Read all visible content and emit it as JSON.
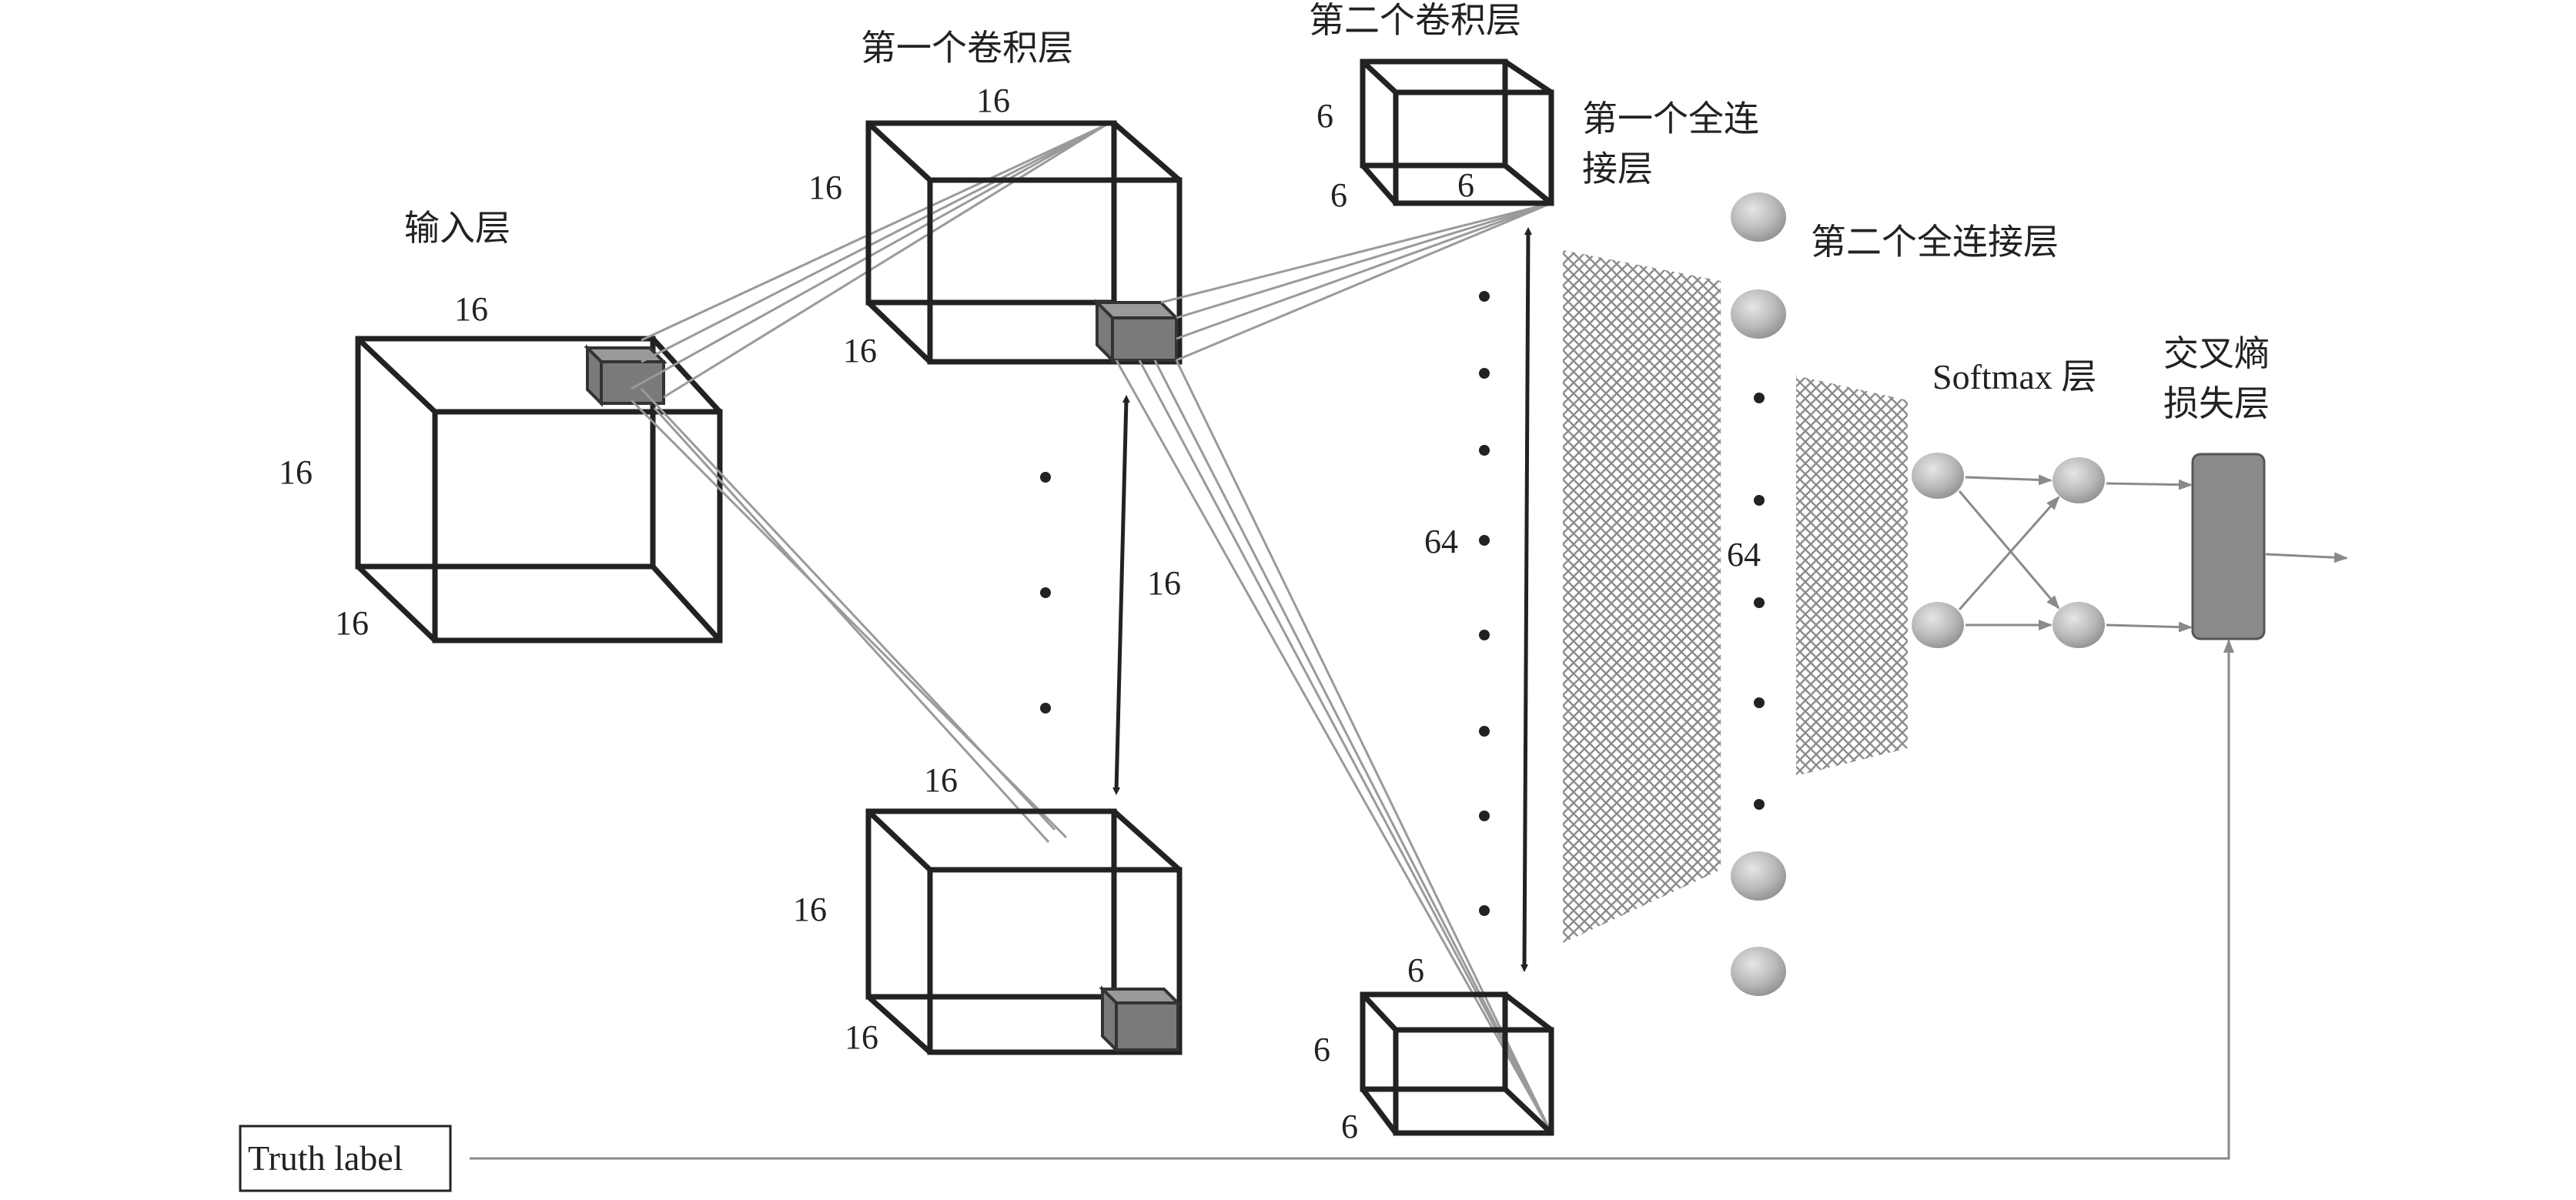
{
  "labels": {
    "input_layer": "输入层",
    "conv1": "第一个卷积层",
    "conv2": "第二个卷积层",
    "fc1_line1": "第一个全连",
    "fc1_line2": "接层",
    "fc2": "第二个全连接层",
    "softmax": "Softmax 层",
    "ce_line1": "交叉熵",
    "ce_line2": "损失层",
    "truth_label": "Truth label"
  },
  "dimensions": {
    "input_top": "16",
    "input_left": "16",
    "input_depth": "16",
    "conv1_top": "16",
    "conv1_left": "16",
    "conv1_depth": "16",
    "conv1_count": "16",
    "conv1b_top": "16",
    "conv1b_left": "16",
    "conv1b_depth": "16",
    "conv2_left": "6",
    "conv2_depth": "6",
    "conv2_inner": "6",
    "conv2_count": "64",
    "conv2b_top": "6",
    "conv2b_left": "6",
    "conv2b_depth": "6",
    "fc2_count": "64"
  },
  "colors": {
    "stroke": "#222222",
    "kernel": "#7a7a7a",
    "rays": "#9a9a9a",
    "neuron": "#b0b0b0",
    "loss_block": "#8a8a8a"
  }
}
